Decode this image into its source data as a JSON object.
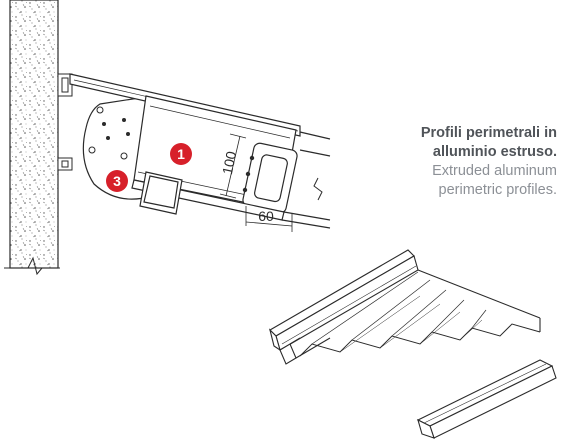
{
  "caption": {
    "italian_line1": "Profili perimetrali in",
    "italian_line2": "alluminio estruso.",
    "english_line1": "Extruded aluminum",
    "english_line2": "perimetric profiles."
  },
  "detail": {
    "dimension_depth": "100",
    "dimension_width": "60"
  },
  "markers": [
    {
      "label": "1",
      "color": "#d7202a"
    },
    {
      "label": "3",
      "color": "#d7202a"
    }
  ],
  "colors": {
    "line": "#2b2b2b",
    "accent": "#d7202a",
    "caption_italian": "#505459",
    "caption_english": "#8c9096"
  }
}
